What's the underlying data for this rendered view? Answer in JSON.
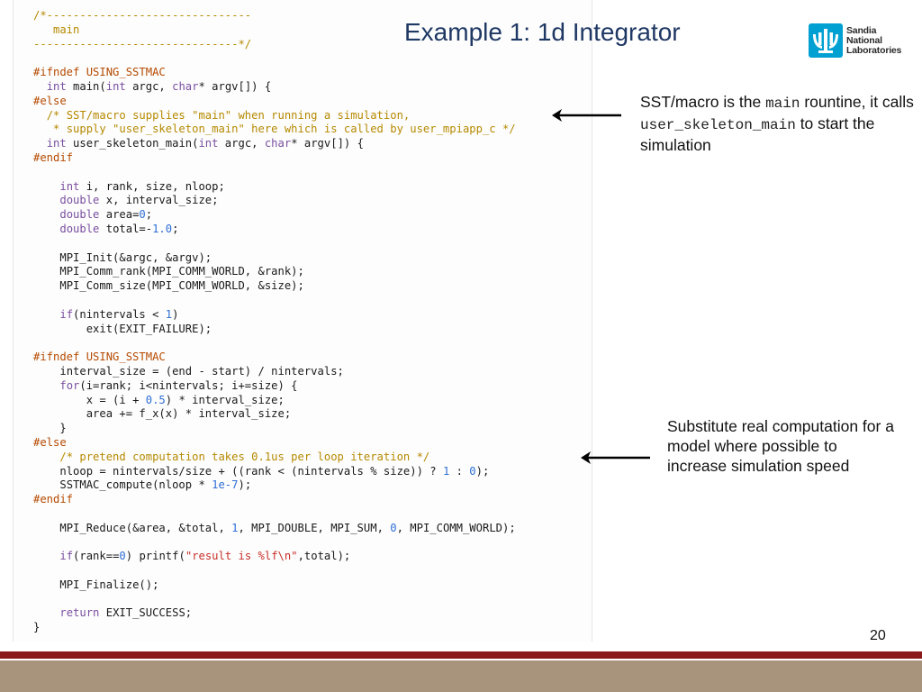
{
  "slide": {
    "title": "Example 1: 1d Integrator",
    "page_number": "20",
    "logo": {
      "line1": "Sandia",
      "line2": "National",
      "line3": "Laboratories",
      "color": "#00a0d2"
    }
  },
  "notes": {
    "note1": {
      "t1": "SST/macro is the ",
      "c1": "main",
      "t2": " rountine, it calls ",
      "c2": "user_skeleton_main",
      "t3": " to start the simulation"
    },
    "note2": {
      "text": "Substitute real computation for a model where possible to increase simulation speed"
    }
  },
  "code": {
    "l1": "/*-------------------------------",
    "l2": "   main",
    "l3": "-------------------------------*/",
    "l4": "#ifndef USING_SSTMAC",
    "l5": [
      "int",
      " main(",
      "int",
      " argc, ",
      "char",
      "* argv[]) {"
    ],
    "l6": "#else",
    "l7": "/* SST/macro supplies \"main\" when running a simulation,",
    "l8": " * supply \"user_skeleton_main\" here which is called by user_mpiapp_c */",
    "l9": [
      "int",
      " user_skeleton_main(",
      "int",
      " argc, ",
      "char",
      "* argv[]) {"
    ],
    "l10": "#endif",
    "l11": [
      "int",
      " i, rank, size, nloop;"
    ],
    "l12": [
      "double",
      " x, interval_size;"
    ],
    "l13": [
      "double",
      " area=",
      "0",
      ";"
    ],
    "l14": [
      "double",
      " total=-",
      "1.0",
      ";"
    ],
    "l15": "MPI_Init(&argc, &argv);",
    "l16": "MPI_Comm_rank(MPI_COMM_WORLD, &rank);",
    "l17": "MPI_Comm_size(MPI_COMM_WORLD, &size);",
    "l18": [
      "if",
      "(nintervals < ",
      "1",
      ")"
    ],
    "l19": "exit(EXIT_FAILURE);",
    "l20": "#ifndef USING_SSTMAC",
    "l21": "interval_size = (end - start) / nintervals;",
    "l22": [
      "for",
      "(i=rank; i<nintervals; i+=size) {"
    ],
    "l23": [
      "x = (i + ",
      "0.5",
      ") * interval_size;"
    ],
    "l24": "area += f_x(x) * interval_size;",
    "l25": "}",
    "l26": "#else",
    "l27": "/* pretend computation takes 0.1us per loop iteration */",
    "l28": [
      "nloop = nintervals/size + ((rank < (nintervals % size)) ? ",
      "1",
      " : ",
      "0",
      ");"
    ],
    "l29": [
      "SSTMAC_compute(nloop * ",
      "1e-7",
      ");"
    ],
    "l30": "#endif",
    "l31": [
      "MPI_Reduce(&area, &total, ",
      "1",
      ", MPI_DOUBLE, MPI_SUM, ",
      "0",
      ", MPI_COMM_WORLD);"
    ],
    "l32": [
      "if",
      "(rank==",
      "0",
      ") printf(",
      "\"result is %lf\\n\"",
      ",total);"
    ],
    "l33": "MPI_Finalize();",
    "l34": [
      "return",
      " EXIT_SUCCESS;"
    ],
    "l35": "}"
  }
}
